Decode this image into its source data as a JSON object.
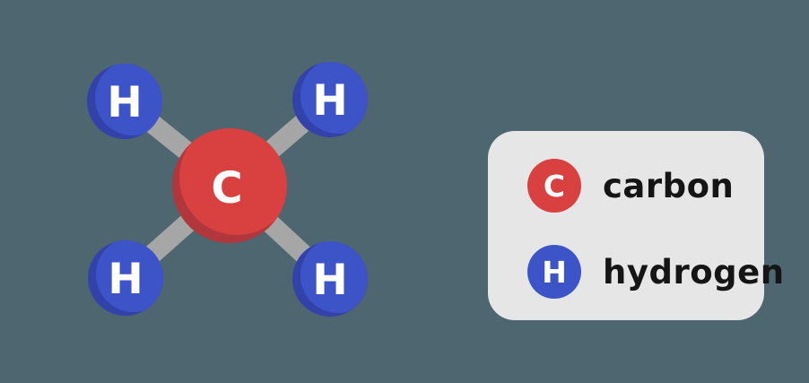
{
  "colors": {
    "background": "#4d6670",
    "bond": "#a6a6a6",
    "carbon": "#d8413f",
    "carbon_shade": "#b0383c",
    "hydrogen": "#3d54c9",
    "hydrogen_shade": "#3342a9",
    "card_background": "#e7e6e6",
    "label_text": "#151515",
    "atom_letter": "#ffffff"
  },
  "molecule": {
    "carbon": {
      "symbol": "C"
    },
    "hydrogens": [
      {
        "symbol": "H"
      },
      {
        "symbol": "H"
      },
      {
        "symbol": "H"
      },
      {
        "symbol": "H"
      }
    ]
  },
  "legend": {
    "items": [
      {
        "symbol": "C",
        "label": "carbon",
        "color": "#d8413f"
      },
      {
        "symbol": "H",
        "label": "hydrogen",
        "color": "#3d54c9"
      }
    ]
  }
}
